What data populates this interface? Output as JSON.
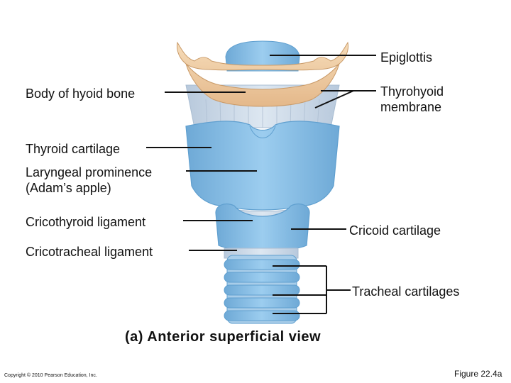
{
  "labels": {
    "epiglottis": "Epiglottis",
    "hyoid": "Body of hyoid bone",
    "thyrohyoid_line1": "Thyrohyoid",
    "thyrohyoid_line2": "membrane",
    "thyroid": "Thyroid cartilage",
    "prominence_line1": "Laryngeal prominence",
    "prominence_line2": "(Adam’s apple)",
    "cricothyroid": "Cricothyroid ligament",
    "cricoid": "Cricoid cartilage",
    "cricotracheal": "Cricotracheal ligament",
    "tracheal": "Tracheal cartilages"
  },
  "caption": "(a) Anterior superficial view",
  "copyright": "Copyright © 2010 Pearson Education, Inc.",
  "figure_number": "Figure 22.4a",
  "colors": {
    "cartilage": "#8cc3e8",
    "cartilage_dark": "#5f9fcf",
    "bone": "#f2cfa6",
    "membrane": "#c8d6e4",
    "leader": "#111111"
  }
}
